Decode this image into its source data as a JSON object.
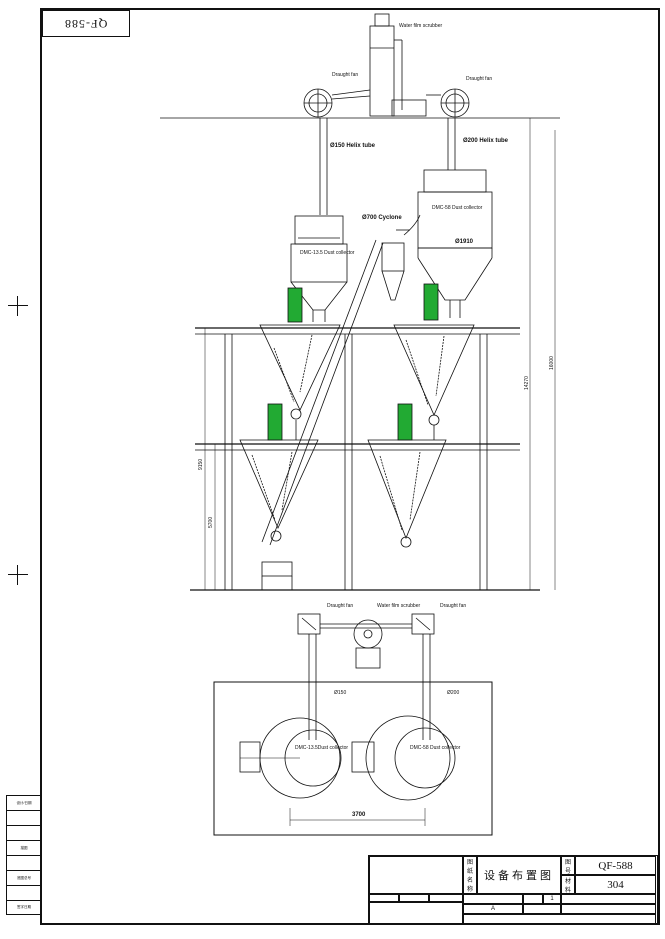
{
  "drawing": {
    "code_upside": "QF-588",
    "title": "设备布置图",
    "drawing_no": "QF-588",
    "sheet": "304",
    "rev": "A",
    "qty": "1",
    "fields": {
      "name_label": "图纸名称",
      "no_label": "图号",
      "mat_label": "材料",
      "name_l1": "图",
      "name_l2": "纸",
      "name_l3": "名",
      "name_l4": "称",
      "no_l1": "图",
      "no_l2": "号",
      "mat_l1": "材",
      "mat_l2": "料"
    }
  },
  "labels": {
    "water_scrubber": "Water film scrubber",
    "fan_left": "Draught fan",
    "fan_right": "Draught fan",
    "helix150": "Ø150 Helix tube",
    "helix200": "Ø200 Helix tube",
    "cyclone": "Ø700 Cyclone",
    "dmc_small": "DMC-13.5 Dust collector",
    "dmc_large": "DMC-58 Dust collector",
    "d1910": "Ø1910",
    "h16000": "16000",
    "h14270": "14270",
    "h9150": "9150",
    "h5700": "5700",
    "plan_fan_l": "Draught fan",
    "plan_fan_r": "Draught fan",
    "plan_scrub": "Water film scrubber",
    "plan_dmc_l": "DMC-13.5Dust collector",
    "plan_dmc_r": "DMC-58 Dust collector",
    "plan_150": "Ø150",
    "plan_200": "Ø200",
    "dim_3700": "3700"
  },
  "side_rows": [
    "设计/日期",
    "",
    "",
    "描图",
    "",
    "底图总号",
    "",
    "签字日期",
    ""
  ]
}
